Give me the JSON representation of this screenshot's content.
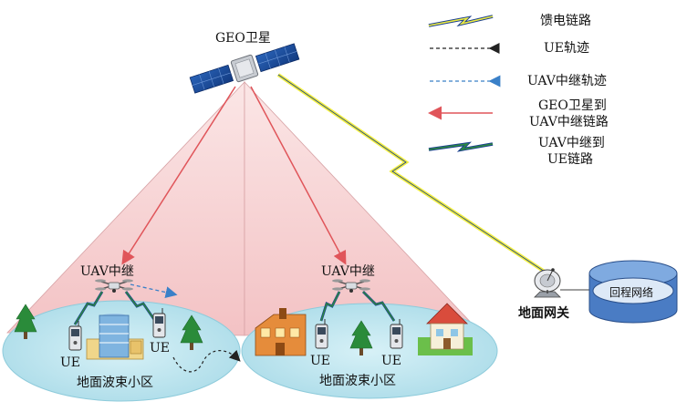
{
  "diagram": {
    "satellite_label": "GEO卫星",
    "uav_label_left": "UAV中继",
    "uav_label_right": "UAV中继",
    "ue_label": "UE",
    "cell_label_left": "地面波束小区",
    "cell_label_right": "地面波束小区",
    "gateway_label": "地面网关",
    "backhaul_label": "回程网络"
  },
  "legend": {
    "feeder_link": "馈电链路",
    "ue_trajectory": "UE轨迹",
    "uav_trajectory": "UAV中继轨迹",
    "geo_to_uav_line1": "GEO卫星到",
    "geo_to_uav_line2": "UAV中继链路",
    "uav_to_ue_line1": "UAV中继到",
    "uav_to_ue_line2": "UE链路"
  },
  "colors": {
    "beam_fill": "#f6d4d6",
    "cell_fill": "#bde5ef",
    "geo_link": "#e0555a",
    "feeder_link": "#f1ee3f",
    "uav_ue_link": "#2d8a3e",
    "trajectory_blue": "#3a80c8",
    "tree": "#2a8b3a"
  },
  "icons": [
    "satellite-icon",
    "uav-icon",
    "ue-phone-icon",
    "tree-icon",
    "building-icon",
    "house-icon",
    "satellite-dish-icon"
  ]
}
